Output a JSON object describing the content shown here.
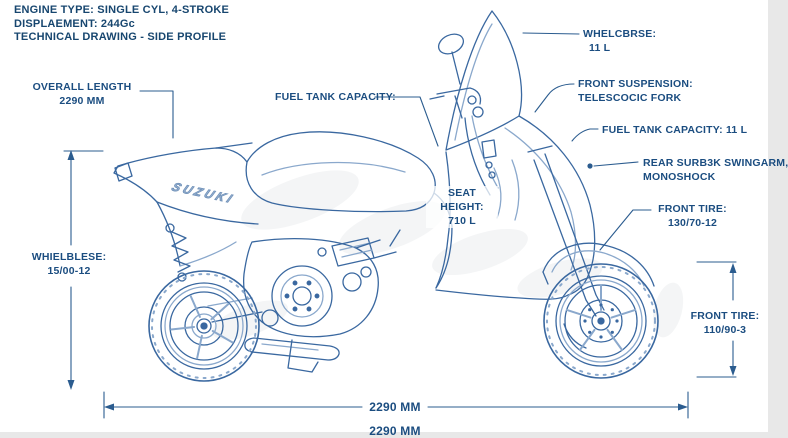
{
  "header": {
    "line1": "ENGINE TYPE: SINGLE CYL, 4-STROKE",
    "line2": "DISPLAEMENT: 244Gc",
    "line3": "TECHNICAL DRAWING - SIDE PROFILE"
  },
  "labels": {
    "overall_length": {
      "title": "OVERALL LENGTH",
      "value": "2290 MM"
    },
    "fuel_tank_left": {
      "title": "FUEL TANK CAPACITY:"
    },
    "wheelbase_top_right": {
      "title": "WHELCBRSE:",
      "value": "11 L"
    },
    "front_suspension": {
      "title": "FRONT SUSPENSION:",
      "value": "TELESCOCIC FORK"
    },
    "fuel_tank_right": {
      "title": "FUEL TANK CAPACITY: 11 L"
    },
    "rear_swingarm": {
      "title": "REAR SURB3K SWINGARM,",
      "value": "MONOSHOCK"
    },
    "front_tire_upper": {
      "title": "FRONT TIRE:",
      "value": "130/70-12"
    },
    "seat_height": {
      "title": "SEAT HEIGHT:",
      "value": "710 L"
    },
    "wheelbase_left": {
      "title": "WHIELBLESE:",
      "value": "15/00-12"
    },
    "front_tire_lower": {
      "title": "FRONT TIRE:",
      "value": "110/90-3"
    },
    "bottom_dimension": {
      "value": "2290 MM"
    },
    "bottom_dimension_2": {
      "value": "2290 MM"
    },
    "body_badge": "SUZUKI"
  },
  "colors": {
    "ink": "#1b4d80",
    "drawing_line": "#3a68a0",
    "drawing_line_light": "#8aa8cc",
    "dimension_line": "#2b5c8f",
    "background": "#ffffff"
  }
}
